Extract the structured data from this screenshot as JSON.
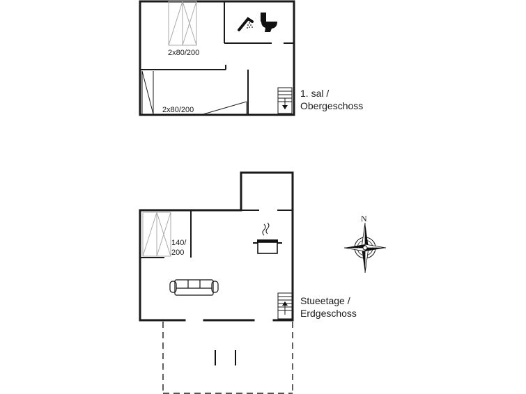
{
  "floors": {
    "upper": {
      "label_line1": "1. sal /",
      "label_line2": "Obergeschoss"
    },
    "ground": {
      "label_line1": "Stueetage /",
      "label_line2": "Erdgeschoss"
    }
  },
  "beds": {
    "upper_a": "2x80/200",
    "upper_b": "2x80/200",
    "ground_line1": "140/",
    "ground_line2": "200"
  },
  "compass": {
    "north": "N"
  },
  "icons": [
    "shower-icon",
    "toilet-icon",
    "cooking-pot-icon",
    "sofa-icon",
    "stairs-icon",
    "compass-rose-icon"
  ]
}
